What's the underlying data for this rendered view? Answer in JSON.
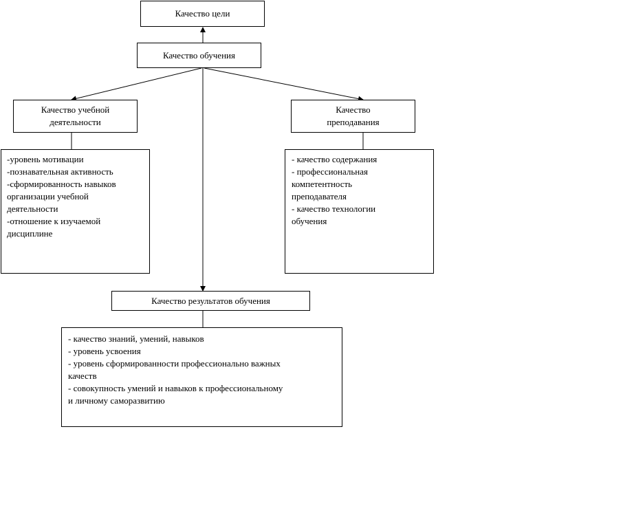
{
  "diagram": {
    "goal_quality": "Качество цели",
    "learning_quality": "Качество обучения",
    "study_activity": {
      "title_lines": [
        "Качество учебной",
        "деятельности"
      ],
      "items": [
        "-уровень мотивации",
        "-познавательная активность",
        "-сформированность навыков",
        "организации учебной",
        "деятельности",
        "-отношение к изучаемой",
        "дисциплине"
      ]
    },
    "teaching": {
      "title_lines": [
        "Качество",
        "преподавания"
      ],
      "items": [
        "- качество содержания",
        "- профессиональная",
        "компетентность",
        "преподавателя",
        "- качество технологии",
        "обучения"
      ]
    },
    "results": {
      "title": "Качество результатов обучения",
      "items": [
        "- качество знаний, умений, навыков",
        "- уровень усвоения",
        "- уровень сформированности профессионально важных",
        "качеств",
        "- совокупность умений и навыков к профессиональному",
        "и личному саморазвитию"
      ]
    }
  }
}
